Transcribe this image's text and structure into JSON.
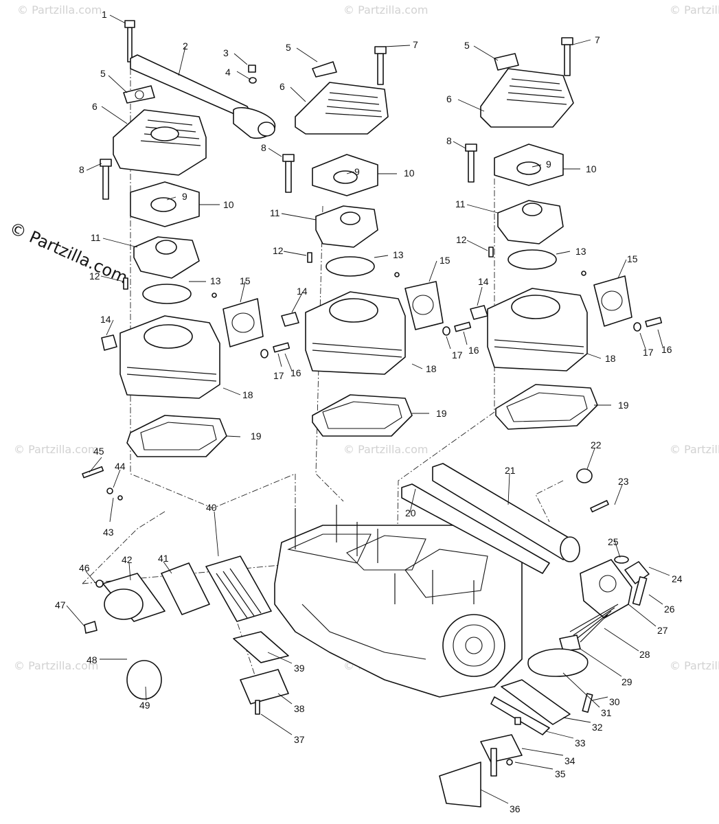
{
  "diagram": {
    "watermark_text": "© Partzilla.com",
    "callouts": [
      "1",
      "2",
      "3",
      "4",
      "5",
      "6",
      "7",
      "8",
      "9",
      "10",
      "11",
      "12",
      "13",
      "14",
      "15",
      "16",
      "17",
      "18",
      "19",
      "20",
      "21",
      "22",
      "23",
      "24",
      "25",
      "26",
      "27",
      "28",
      "29",
      "30",
      "31",
      "32",
      "33",
      "34",
      "35",
      "36",
      "37",
      "38",
      "39",
      "40",
      "41",
      "42",
      "43",
      "44",
      "45",
      "46",
      "47",
      "48",
      "49"
    ]
  }
}
